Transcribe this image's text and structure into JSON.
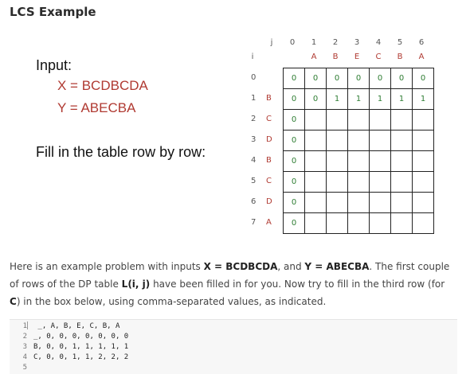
{
  "title": "LCS Example",
  "input_label": "Input:",
  "x_expr": "X = BCDBCDA",
  "y_expr": "Y = ABECBA",
  "fill_instruction": "Fill in the table row by row:",
  "table": {
    "j_label": "j",
    "i_label": "i",
    "col_indices": [
      "0",
      "1",
      "2",
      "3",
      "4",
      "5",
      "6"
    ],
    "col_letters": [
      "",
      "A",
      "B",
      "E",
      "C",
      "B",
      "A"
    ],
    "row_indices": [
      "0",
      "1",
      "2",
      "3",
      "4",
      "5",
      "6",
      "7"
    ],
    "row_letters": [
      "",
      "B",
      "C",
      "D",
      "B",
      "C",
      "D",
      "A"
    ],
    "cells": [
      [
        "0",
        "0",
        "0",
        "0",
        "0",
        "0",
        "0"
      ],
      [
        "0",
        "0",
        "1",
        "1",
        "1",
        "1",
        "1"
      ],
      [
        "0",
        "",
        "",
        "",
        "",
        "",
        ""
      ],
      [
        "0",
        "",
        "",
        "",
        "",
        "",
        ""
      ],
      [
        "0",
        "",
        "",
        "",
        "",
        "",
        ""
      ],
      [
        "0",
        "",
        "",
        "",
        "",
        "",
        ""
      ],
      [
        "0",
        "",
        "",
        "",
        "",
        "",
        ""
      ],
      [
        "0",
        "",
        "",
        "",
        "",
        "",
        ""
      ]
    ]
  },
  "description": {
    "part1": "Here is an example problem with inputs ",
    "x_bold": "X = BCDBCDA",
    "part2": ", and ",
    "y_bold": "Y = ABECBA",
    "part3": ". The first couple of rows of the DP table ",
    "table_bold": "L(i, j)",
    "part4": " have been filled in for you. Now try to fill in the third row (for ",
    "c_bold": "C",
    "part5": ") in the box below, using comma-separated values, as indicated."
  },
  "editor": {
    "line_numbers": [
      "1",
      "2",
      "3",
      "4",
      "5"
    ],
    "lines": [
      " _, A, B, E, C, B, A",
      "_, 0, 0, 0, 0, 0, 0, 0",
      "B, 0, 0, 1, 1, 1, 1, 1",
      "C, 0, 0, 1, 1, 2, 2, 2",
      ""
    ]
  }
}
